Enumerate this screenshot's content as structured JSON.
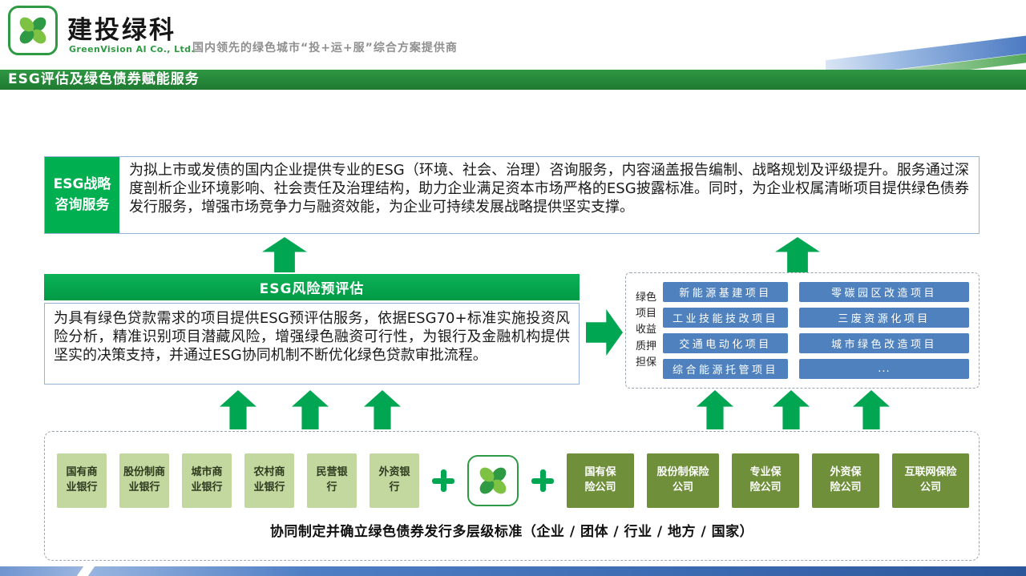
{
  "header": {
    "brand_name": "建投绿科",
    "brand_sub": "GreenVision AI Co., Ltd.",
    "tagline": "国内领先的绿色城市“投+运+服”综合方案提供商"
  },
  "title_bar": {
    "title": "ESG评估及绿色债券赋能服务"
  },
  "strategy_box": {
    "label": "ESG战略\n咨询服务",
    "body": "为拟上市或发债的国内企业提供专业的ESG（环境、社会、治理）咨询服务，内容涵盖报告编制、战略规划及评级提升。服务通过深度剖析企业环境影响、社会责任及治理结构，助力企业满足资本市场严格的ESG披露标准。同时，为企业权属清晰项目提供绿色债券发行服务，增强市场竞争力与融资效能，为企业可持续发展战略提供坚实支撑。"
  },
  "risk_box": {
    "title": "ESG风险预评估",
    "body": "为具有绿色贷款需求的项目提供ESG预评估服务，依据ESG70+标准实施投资风险分析，精准识别项目潜藏风险，增强绿色融资可行性，为银行及金融机构提供坚实的决策支持，并通过ESG协同机制不断优化绿色贷款审批流程。"
  },
  "pledge_box": {
    "label": "绿色\n项目\n收益\n质押\n担保",
    "projects": [
      "新能源基建项目",
      "零碳园区改造项目",
      "工业技能技改项目",
      "三废资源化项目",
      "交通电动化项目",
      "城市绿色改造项目",
      "综合能源托管项目",
      "..."
    ]
  },
  "bottom_box": {
    "banks": [
      "国有商\n业银行",
      "股份制商\n业银行",
      "城市商\n业银行",
      "农村商\n业银行",
      "民营银\n行",
      "外资银\n行"
    ],
    "insurers": [
      "国有保\n险公司",
      "股份制保险\n公司",
      "专业保\n险公司",
      "外资保\n险公司",
      "互联网保险\n公司"
    ],
    "caption": "协同制定并确立绿色债券发行多层级标准（企业 / 团体 / 行业 / 地方 / 国家）"
  },
  "colors": {
    "brand_green": "#00A651",
    "label_green": "#00B050",
    "title_bar_green": "#1E7A31",
    "project_blue": "#4E81BD",
    "bank_light_green": "#C3D89F",
    "insurer_olive_green": "#6F8F3A",
    "box_border_blue": "#95B3D7",
    "bottom_bar_blue": "#3B69B0"
  }
}
